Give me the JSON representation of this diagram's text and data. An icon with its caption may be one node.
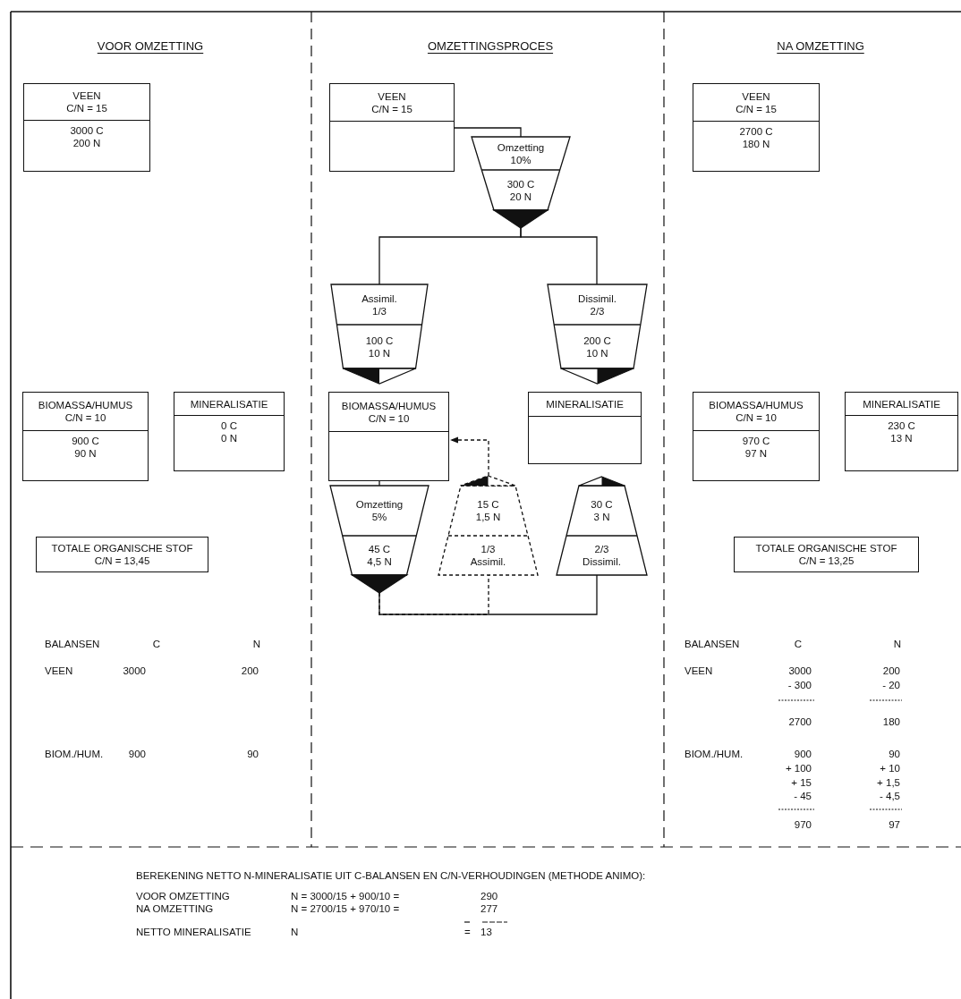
{
  "diagram": {
    "nodes": [
      {
        "text": [
          "VEEN C/N = 15",
          "3000 C 200 N"
        ]
      },
      {
        "text": [
          "BIOMASSA/HUMUS C/N = 10",
          "900 C 90 N"
        ]
      },
      {
        "text": [
          "MINERALISATIE",
          "0 C 0 N"
        ]
      },
      {
        "text": [
          "TOTALE ORGANISCHE STOF C/N = 13,45"
        ]
      },
      {
        "text": [
          "VEEN C/N = 15"
        ]
      },
      {
        "text": [
          "Omzetting 10%",
          "300 C 20 N"
        ]
      },
      {
        "text": [
          "Assimil. 1/3",
          "100 C 10 N"
        ]
      },
      {
        "text": [
          "Dissimil. 2/3",
          "200 C 10 N"
        ]
      },
      {
        "text": [
          "BIOMASSA/HUMUS C/N = 10"
        ]
      },
      {
        "text": [
          "MINERALISATIE"
        ]
      },
      {
        "text": [
          "Omzetting 5%",
          "45 C 4,5 N"
        ]
      },
      {
        "text": [
          "15 C 1,5 N",
          "1/3 Assimil."
        ]
      },
      {
        "text": [
          "30 C 3 N",
          "2/3 Dissimil."
        ]
      },
      {
        "text": [
          "VEEN C/N = 15",
          "2700 C 180 N"
        ]
      },
      {
        "text": [
          "BIOMASSA/HUMUS C/N = 10",
          "970 C 97 N"
        ]
      },
      {
        "text": [
          "MINERALISATIE",
          "230 C 13 N"
        ]
      },
      {
        "text": [
          "TOTALE ORGANISCHE STOF C/N = 13,25"
        ]
      }
    ],
    "edges": [
      {
        "from": 4,
        "to": 5,
        "arrow": "none"
      },
      {
        "from": 5,
        "to": 6,
        "arrow": "none"
      },
      {
        "from": 5,
        "to": 7,
        "arrow": "none"
      },
      {
        "from": 8,
        "to": 10,
        "arrow": "none"
      },
      {
        "from": 10,
        "to": 12,
        "arrow": "none"
      },
      {
        "from": 10,
        "to": 11,
        "arrow": "none",
        "style": "dashed"
      },
      {
        "from": 11,
        "to": 8,
        "arrow": "to",
        "style": "dashed"
      }
    ],
    "labels": [
      "VOOR OMZETTING",
      "OMZETTINGSPROCES",
      "NA OMZETTING",
      "BALANSEN",
      "C",
      "N",
      "VEEN",
      "3000",
      "200",
      "BIOM./HUM.",
      "900",
      "90",
      "BALANSEN",
      "C",
      "N",
      "VEEN",
      "3000",
      "200",
      "- 300",
      "- 20",
      "2700",
      "180",
      "BIOM./HUM.",
      "900",
      "90",
      "+ 100",
      "+ 10",
      "+ 15",
      "+ 1,5",
      "- 45",
      "- 4,5",
      "970",
      "97",
      "BEREKENING NETTO N-MINERALISATIE UIT C-BALANSEN EN C/N-VERHOUDINGEN (METHODE ANIMO):",
      "VOOR OMZETTING",
      "N = 3000/15 + 900/10 =",
      "290",
      "NA OMZETTING",
      "N = 2700/15 + 970/10 =",
      "277",
      "NETTO MINERALISATIE",
      "N",
      "=",
      "13"
    ]
  }
}
